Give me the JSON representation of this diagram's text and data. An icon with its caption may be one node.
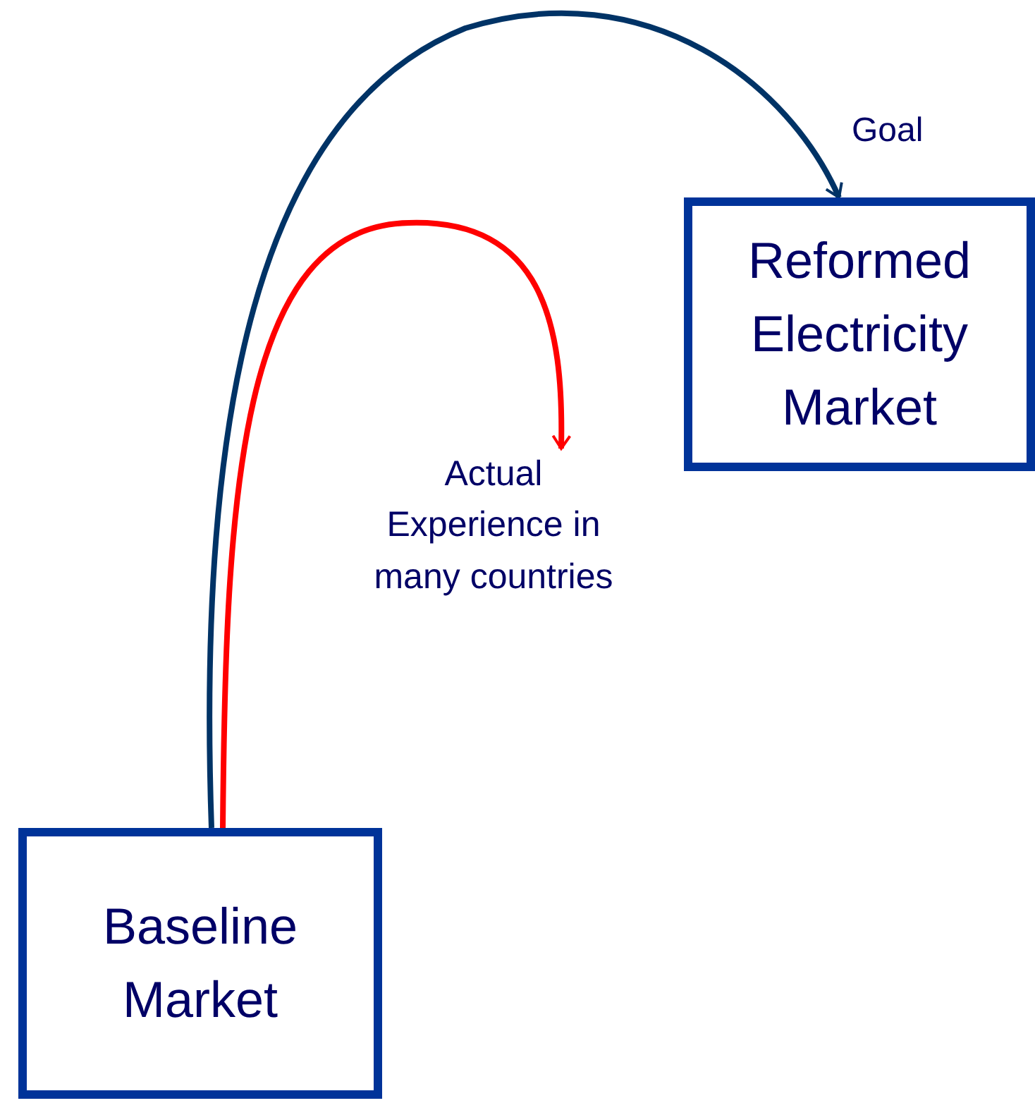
{
  "diagram": {
    "nodes": [
      {
        "text": [
          "Baseline Market"
        ]
      },
      {
        "text": [
          "Reformed Electricity Market"
        ]
      },
      {
        "text": [
          "Actual Experience in many countries"
        ]
      }
    ],
    "edges": [
      {
        "from": 0,
        "to": 1,
        "arrow": "to",
        "label": "Goal",
        "color": "#003366"
      },
      {
        "from": 0,
        "to": 2,
        "arrow": "to",
        "color": "#ff0000"
      }
    ]
  }
}
